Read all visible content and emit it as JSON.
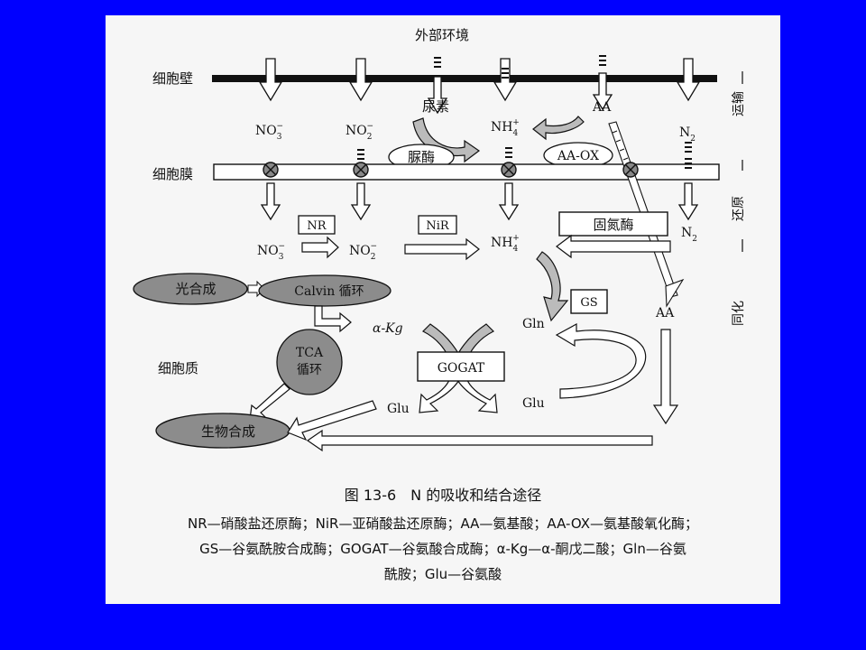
{
  "labels": {
    "environment": "外部环境",
    "cell_wall": "细胞壁",
    "cell_membrane": "细胞膜",
    "cytoplasm": "细胞质",
    "urea": "尿素",
    "urease": "脲酶",
    "aa_ox": "AA-OX",
    "nitrogenase": "固氮酶",
    "nr": "NR",
    "nir": "NiR",
    "gs": "GS",
    "gogat": "GOGAT",
    "photosynthesis": "光合成",
    "calvin": "Calvin 循环",
    "tca_line1": "TCA",
    "tca_line2": "循环",
    "biosynthesis": "生物合成",
    "alpha_kg": "α-Kg",
    "gln": "Gln",
    "glu_left": "Glu",
    "glu_right": "Glu",
    "aa_top": "AA",
    "aa_mid": "AA",
    "nh4_top": "NH",
    "nh4_bottom": "NH",
    "nh4_sup": "+",
    "nh4_sub": "4",
    "no3_top": "NO",
    "no3_bottom": "NO",
    "no3_sup": "−",
    "no3_sub": "3",
    "no2_top": "NO",
    "no2_bottom": "NO",
    "no2_sup": "−",
    "no2_sub": "2",
    "n2_top": "N",
    "n2_bottom": "N",
    "n2_sub": "2",
    "side_transport": "运输",
    "side_reduction": "还原",
    "side_assimilation": "同化"
  },
  "caption": {
    "title": "图 13-6　N 的吸收和结合途径",
    "line1": "NR—硝酸盐还原酶；NiR—亚硝酸盐还原酶；AA—氨基酸；AA-OX—氨基酸氧化酶；",
    "line2": "GS—谷氨酰胺合成酶；GOGAT—谷氨酸合成酶；α-Kg—α-酮戊二酸；Gln—谷氨",
    "line3": "酰胺；Glu—谷氨酸"
  },
  "colors": {
    "background": "#0000ff",
    "panel": "#f6f6f6",
    "ellipse_fill": "#8c8c8c",
    "arrow_fill": "#ffffff",
    "ink": "#111111"
  }
}
